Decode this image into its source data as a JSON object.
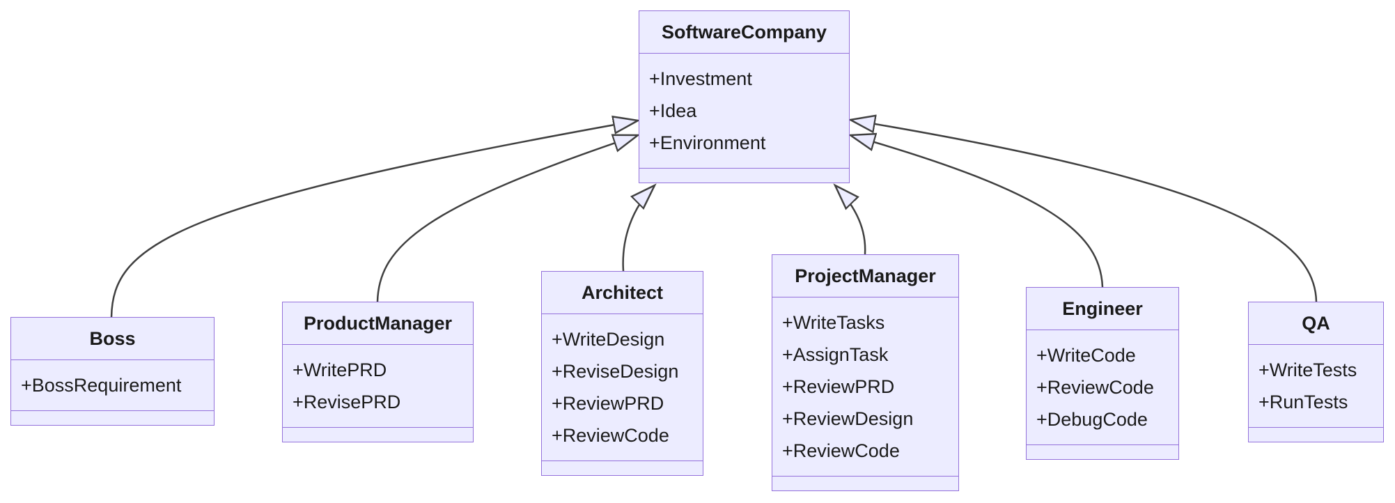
{
  "diagram": {
    "type": "uml-class-diagram",
    "colors": {
      "background": "#ffffff",
      "node_fill": "#ECECFF",
      "node_border": "#9370DB",
      "edge_color": "#404040",
      "text_color": "#1a1a1a"
    },
    "classes": [
      {
        "name": "SoftwareCompany",
        "attributes": [
          "+Investment",
          "+Idea",
          "+Environment"
        ]
      },
      {
        "name": "Boss",
        "attributes": [
          "+BossRequirement"
        ]
      },
      {
        "name": "ProductManager",
        "attributes": [
          "+WritePRD",
          "+RevisePRD"
        ]
      },
      {
        "name": "Architect",
        "attributes": [
          "+WriteDesign",
          "+ReviseDesign",
          "+ReviewPRD",
          "+ReviewCode"
        ]
      },
      {
        "name": "ProjectManager",
        "attributes": [
          "+WriteTasks",
          "+AssignTask",
          "+ReviewPRD",
          "+ReviewDesign",
          "+ReviewCode"
        ]
      },
      {
        "name": "Engineer",
        "attributes": [
          "+WriteCode",
          "+ReviewCode",
          "+DebugCode"
        ]
      },
      {
        "name": "QA",
        "attributes": [
          "+WriteTests",
          "+RunTests"
        ]
      }
    ],
    "relations": [
      {
        "from": "Boss",
        "to": "SoftwareCompany",
        "type": "inheritance"
      },
      {
        "from": "ProductManager",
        "to": "SoftwareCompany",
        "type": "inheritance"
      },
      {
        "from": "Architect",
        "to": "SoftwareCompany",
        "type": "inheritance"
      },
      {
        "from": "ProjectManager",
        "to": "SoftwareCompany",
        "type": "inheritance"
      },
      {
        "from": "Engineer",
        "to": "SoftwareCompany",
        "type": "inheritance"
      },
      {
        "from": "QA",
        "to": "SoftwareCompany",
        "type": "inheritance"
      }
    ]
  }
}
